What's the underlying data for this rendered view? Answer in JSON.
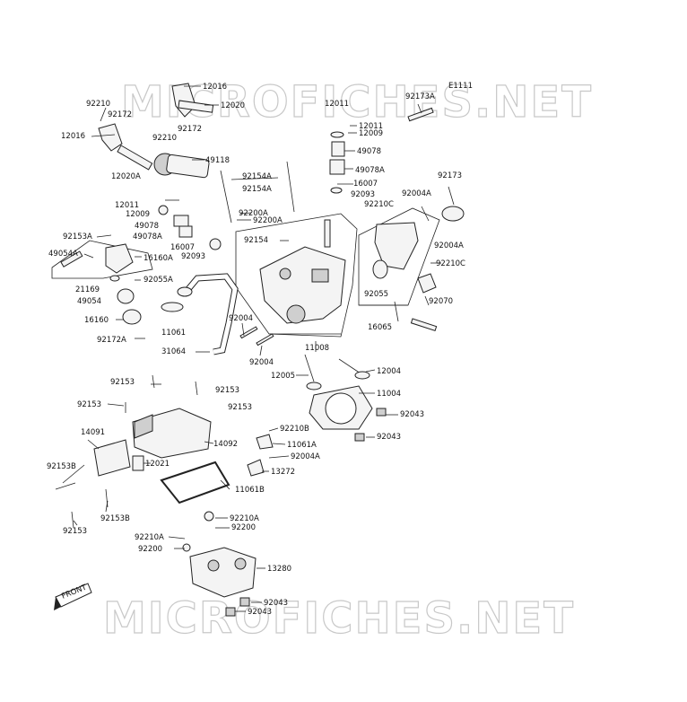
{
  "diagram": {
    "ref_code": "E1111",
    "watermark": "MICROFICHES.NET",
    "front_label": "FRONT",
    "parts": [
      "92210",
      "92172",
      "12016",
      "12016",
      "12020",
      "92172",
      "92210",
      "49118",
      "12020A",
      "12011",
      "12011",
      "12009",
      "49078",
      "49078A",
      "16007",
      "92093",
      "92173A",
      "92004A",
      "92173",
      "92210C",
      "92004A",
      "92210C",
      "92070",
      "92154A",
      "92154A",
      "92200A",
      "92200A",
      "92154",
      "12011",
      "12009",
      "49078",
      "49078A",
      "16007",
      "92093",
      "92153A",
      "49054A",
      "16160A",
      "21169",
      "92055A",
      "49054",
      "16160",
      "92172A",
      "11061",
      "31064",
      "92004",
      "92004",
      "11008",
      "92055",
      "16065",
      "12005",
      "12004",
      "11004",
      "92043",
      "92043",
      "92153",
      "92153",
      "92153",
      "92153",
      "14091",
      "14092",
      "92153B",
      "12021",
      "92210B",
      "11061A",
      "92004A",
      "13272",
      "11061B",
      "92153B",
      "92153",
      "92210A",
      "92210A",
      "92200",
      "92200",
      "13280",
      "92043",
      "92043"
    ]
  }
}
